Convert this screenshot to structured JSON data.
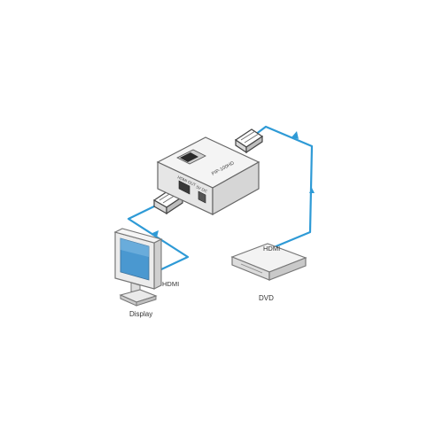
{
  "device": {
    "top_label": "PIP-100HD",
    "port_out_label": "HDMI OUT",
    "port_power_label": "5V DC"
  },
  "cables": {
    "display_label": "HDMI",
    "dvd_label": "HDMI"
  },
  "labels": {
    "display": "Display",
    "dvd": "DVD"
  },
  "colors": {
    "cable": "#2e9ad6",
    "device_body": "#e9e9e9",
    "screen": "#4a98d0"
  }
}
